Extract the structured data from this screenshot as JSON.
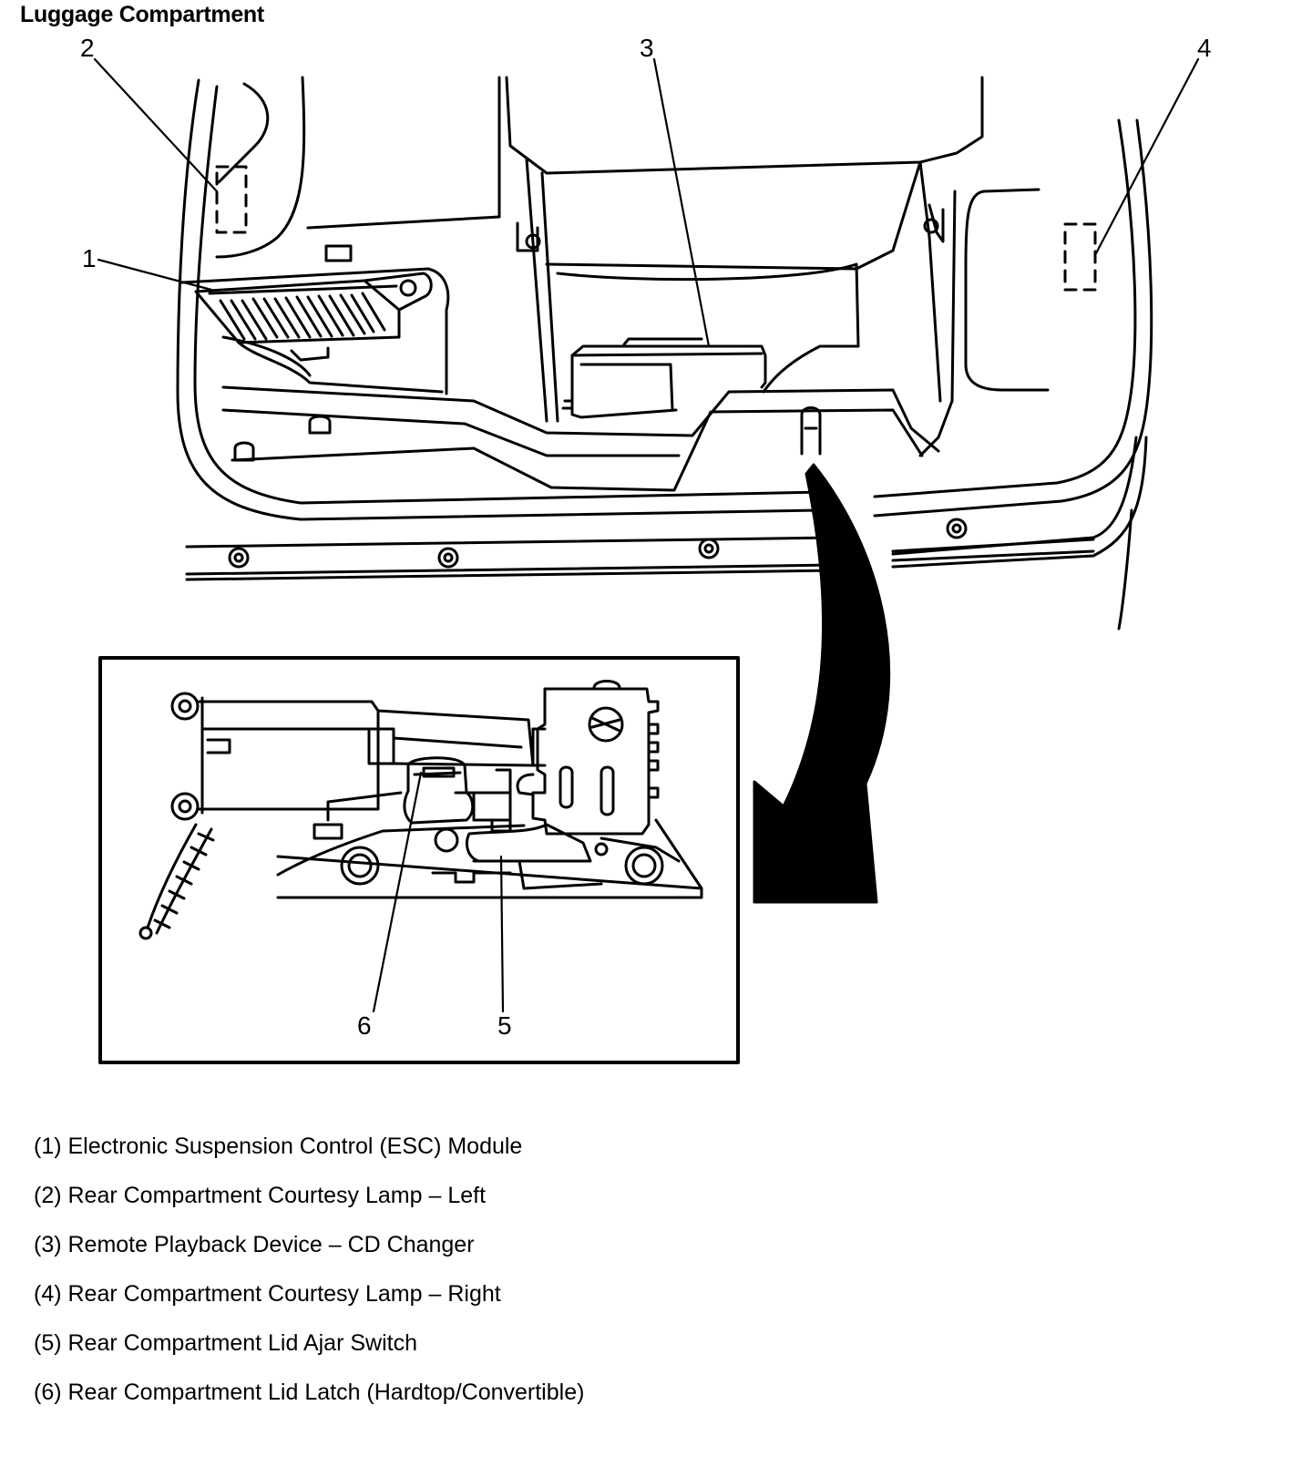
{
  "title": "Luggage Compartment",
  "callouts": {
    "c1": "1",
    "c2": "2",
    "c3": "3",
    "c4": "4",
    "c5": "5",
    "c6": "6"
  },
  "legend": [
    "(1) Electronic Suspension Control (ESC) Module",
    "(2) Rear Compartment Courtesy Lamp – Left",
    "(3) Remote Playback Device – CD Changer",
    "(4) Rear Compartment Courtesy Lamp – Right",
    "(5) Rear Compartment Lid Ajar Switch",
    "(6) Rear Compartment Lid Latch (Hardtop/Convertible)"
  ]
}
